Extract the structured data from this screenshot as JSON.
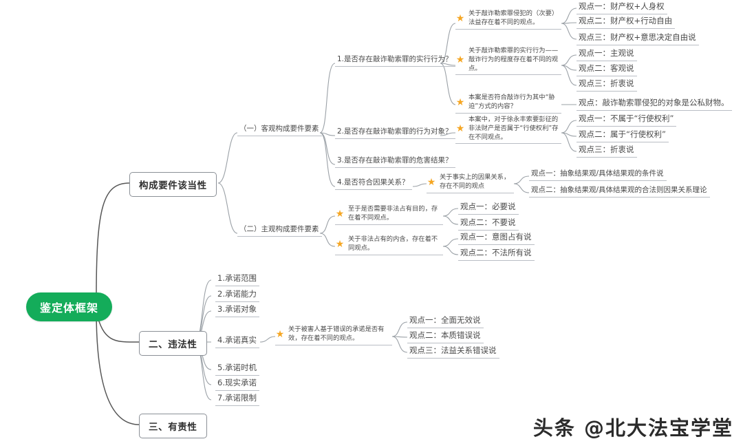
{
  "root": {
    "label": "鉴定体框架"
  },
  "branches": [
    {
      "id": "b1",
      "label": "构成要件该当性"
    },
    {
      "id": "b2",
      "label": "二、违法性"
    },
    {
      "id": "b3",
      "label": "三、有责性"
    }
  ],
  "groups": [
    {
      "id": "g1",
      "label": "（一）客观构成要件要素"
    },
    {
      "id": "g2",
      "label": "（二）主观构成要件要素"
    }
  ],
  "objective_questions": [
    {
      "id": "q1",
      "label": "1.是否存在敲诈勒索罪的实行行为？"
    },
    {
      "id": "q2",
      "label": "2.是否存在敲诈勒索罪的行为对象？"
    },
    {
      "id": "q3",
      "label": "3.是否存在敲诈勒索罪的危害结果？"
    },
    {
      "id": "q4",
      "label": "4.是否符合因果关系？"
    }
  ],
  "comments": {
    "c1": "关于敲诈勒索罪侵犯的（次要）法益存在着不同的观点。",
    "c2": "关于敲诈勒索罪的实行行为——敲诈行为的程度存在着不同的观点。",
    "c3": "本案是否符合敲诈行为其中“胁迫”方式的内容？",
    "c4": "本案中，对于徐永丰索要彭征的非法财产是否属于“行使权利”存在不同观点。",
    "c5": "关于事实上的因果关系，存在不同的观点",
    "c6": "至于是否需要非法占有目的，存在着不同观点。",
    "c7": "关于非法占有的内含，存在着不同观点。",
    "c8": "关于被害人基于错误的承诺是否有效，存在着不同的观点。"
  },
  "views": {
    "c1": [
      "观点一：财产权+人身权",
      "观点二：财产权+行动自由",
      "观点三：财产权+意思决定自由说"
    ],
    "c2": [
      "观点一：主观说",
      "观点二：客观说",
      "观点三：折衷说"
    ],
    "c3": [
      "观点：敲诈勒索罪侵犯的对象是公私财物。"
    ],
    "c4": [
      "观点一：不属于“行使权利”",
      "观点二：属于“行使权利”",
      "观点三：折衷说"
    ],
    "c5": [
      "观点一：抽象结果观/具体结果观的条件说",
      "观点二：抽象结果观/具体结果观的合法则因果关系理论"
    ],
    "c6": [
      "观点一：必要说",
      "观点二：不要说"
    ],
    "c7": [
      "观点一：意图占有说",
      "观点二：不法所有说"
    ],
    "c8": [
      "观点一：全面无效说",
      "观点二：本质错误说",
      "观点三：法益关系错误说"
    ]
  },
  "consent_items": [
    {
      "id": "s1",
      "label": "1.承诺范围"
    },
    {
      "id": "s2",
      "label": "2.承诺能力"
    },
    {
      "id": "s3",
      "label": "3.承诺对象"
    },
    {
      "id": "s4",
      "label": "4.承诺真实"
    },
    {
      "id": "s5",
      "label": "5.承诺时机"
    },
    {
      "id": "s6",
      "label": "6.现实承诺"
    },
    {
      "id": "s7",
      "label": "7.承诺限制"
    }
  ],
  "watermark": {
    "text": "头条 @北大法宝学堂"
  },
  "colors": {
    "root_bg": "#14ac5a",
    "star": "#f5a623",
    "edge": "#9aa0a6",
    "node_border": "#8a8f96",
    "text": "#4a4a4a"
  },
  "icons": {
    "star": "★"
  }
}
